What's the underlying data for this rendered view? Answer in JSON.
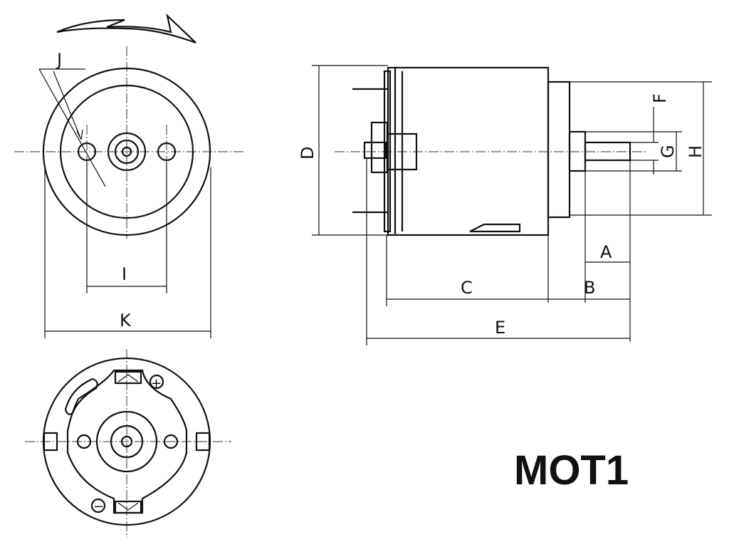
{
  "title": "MOT1",
  "labels": {
    "J": "J",
    "I": "I",
    "K": "K",
    "D": "D",
    "F": "F",
    "G": "G",
    "H": "H",
    "A": "A",
    "B": "B",
    "C": "C",
    "E": "E"
  },
  "polarity": {
    "plus": "+",
    "minus": "−"
  }
}
